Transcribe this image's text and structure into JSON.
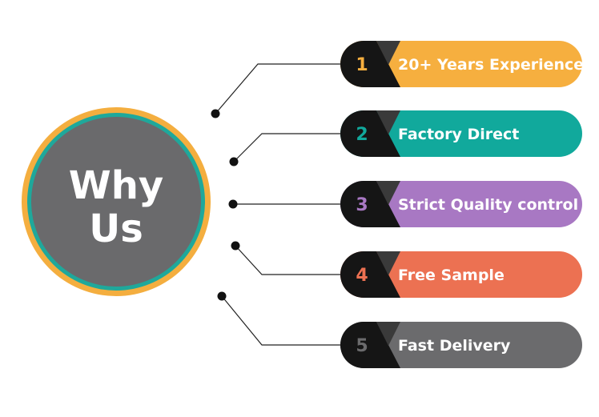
{
  "center": {
    "line1": "Why",
    "line2": "Us",
    "ring_color": "#F4AE3F",
    "inner_ring_color": "#1FA89B",
    "fill_color": "#6A6A6C"
  },
  "items": [
    {
      "number": "1",
      "label": "20+ Years Experience",
      "color": "#F6AF3F"
    },
    {
      "number": "2",
      "label": "Factory Direct",
      "color": "#11A99C"
    },
    {
      "number": "3",
      "label": "Strict Quality control",
      "color": "#A878C3"
    },
    {
      "number": "4",
      "label": "Free Sample",
      "color": "#EC7152"
    },
    {
      "number": "5",
      "label": "Fast Delivery",
      "color": "#6B6B6D"
    }
  ],
  "colors": {
    "badge_black": "#151515",
    "badge_notch": "#3A3A3A",
    "connector": "#222222"
  }
}
